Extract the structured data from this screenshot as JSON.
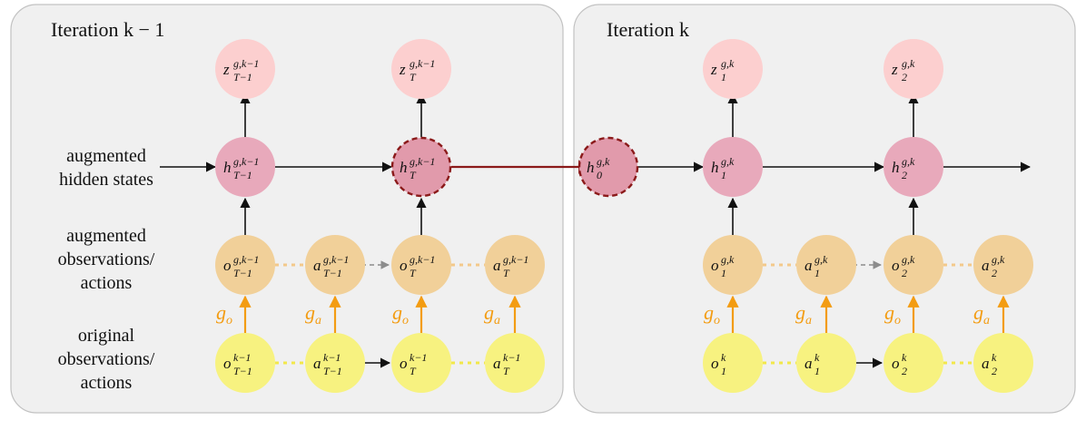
{
  "panels": {
    "left_title": "Iteration k − 1",
    "right_title": "Iteration k"
  },
  "row_labels": {
    "hidden": [
      "augmented",
      "hidden states"
    ],
    "augmented": [
      "augmented",
      "observations/",
      "actions"
    ],
    "original": [
      "original",
      "observations/",
      "actions"
    ]
  },
  "nodes": {
    "z1": {
      "base": "z",
      "sup": "g,k−1",
      "sub": "T−1"
    },
    "z2": {
      "base": "z",
      "sup": "g,k−1",
      "sub": "T"
    },
    "z3": {
      "base": "z",
      "sup": "g,k",
      "sub": "1"
    },
    "z4": {
      "base": "z",
      "sup": "g,k",
      "sub": "2"
    },
    "h1": {
      "base": "h",
      "sup": "g,k−1",
      "sub": "T−1"
    },
    "h2": {
      "base": "h",
      "sup": "g,k−1",
      "sub": "T"
    },
    "h0": {
      "base": "h",
      "sup": "g,k",
      "sub": "0"
    },
    "h3": {
      "base": "h",
      "sup": "g,k",
      "sub": "1"
    },
    "h4": {
      "base": "h",
      "sup": "g,k",
      "sub": "2"
    },
    "ao1": {
      "base": "o",
      "sup": "g,k−1",
      "sub": "T−1"
    },
    "aa1": {
      "base": "a",
      "sup": "g,k−1",
      "sub": "T−1"
    },
    "ao2": {
      "base": "o",
      "sup": "g,k−1",
      "sub": "T"
    },
    "aa2": {
      "base": "a",
      "sup": "g,k−1",
      "sub": "T"
    },
    "ao3": {
      "base": "o",
      "sup": "g,k",
      "sub": "1"
    },
    "aa3": {
      "base": "a",
      "sup": "g,k",
      "sub": "1"
    },
    "ao4": {
      "base": "o",
      "sup": "g,k",
      "sub": "2"
    },
    "aa4": {
      "base": "a",
      "sup": "g,k",
      "sub": "2"
    },
    "oo1": {
      "base": "o",
      "sup": "k−1",
      "sub": "T−1"
    },
    "oa1": {
      "base": "a",
      "sup": "k−1",
      "sub": "T−1"
    },
    "oo2": {
      "base": "o",
      "sup": "k−1",
      "sub": "T"
    },
    "oa2": {
      "base": "a",
      "sup": "k−1",
      "sub": "T"
    },
    "oo3": {
      "base": "o",
      "sup": "k",
      "sub": "1"
    },
    "oa3": {
      "base": "a",
      "sup": "k",
      "sub": "1"
    },
    "oo4": {
      "base": "o",
      "sup": "k",
      "sub": "2"
    },
    "oa4": {
      "base": "a",
      "sup": "k",
      "sub": "2"
    }
  },
  "g_labels": {
    "obs": {
      "base": "g",
      "sub": "o"
    },
    "act": {
      "base": "g",
      "sub": "a"
    }
  },
  "colors": {
    "panel_bg": "#f0f0f0",
    "z_node": "#fccfcf",
    "h_node": "#e8a9bb",
    "augmented_node": "#f1d099",
    "original_node": "#f7f280",
    "transfer_arrow": "#8b1a1a",
    "g_arrow": "#f39c12"
  }
}
